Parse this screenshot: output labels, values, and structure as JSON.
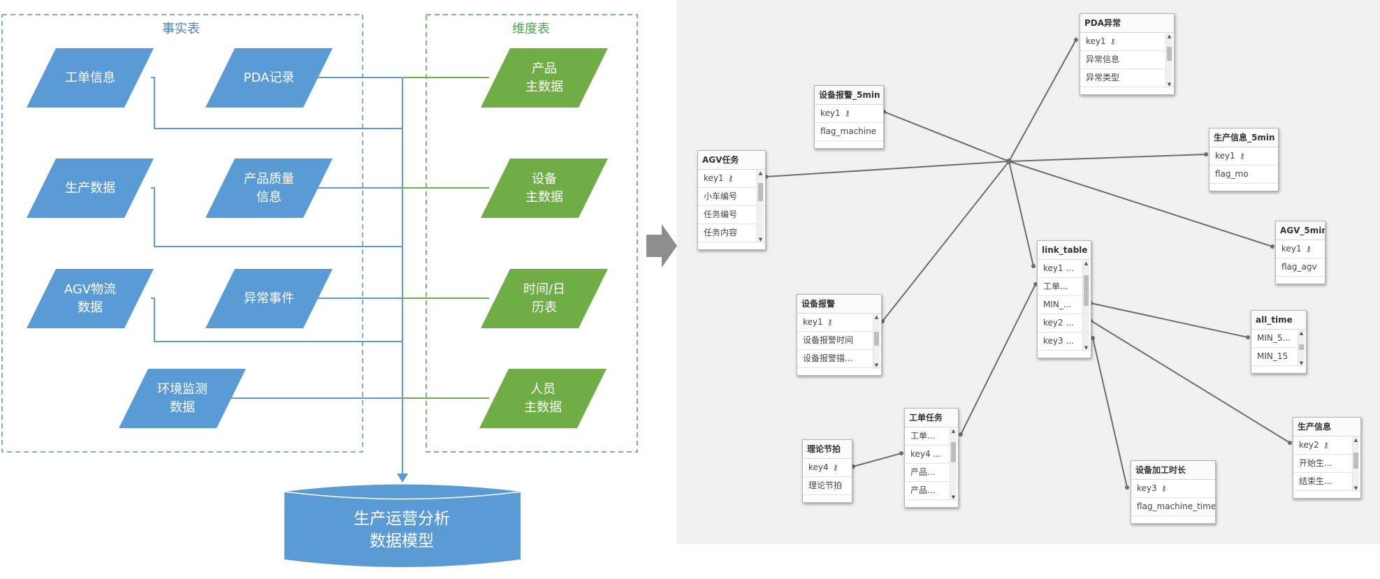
{
  "fact_group": {
    "title": "事实表"
  },
  "dim_group": {
    "title": "维度表"
  },
  "fact_tables": [
    {
      "label": "工单信息"
    },
    {
      "label": "PDA记录"
    },
    {
      "label": "生产数据"
    },
    {
      "label": "产品质量\n信息"
    },
    {
      "label": "AGV物流\n数据"
    },
    {
      "label": "异常事件"
    },
    {
      "label": "环境监测\n数据"
    }
  ],
  "dim_tables": [
    {
      "label": "产品\n主数据"
    },
    {
      "label": "设备\n主数据"
    },
    {
      "label": "时间/日\n历表"
    },
    {
      "label": "人员\n主数据"
    }
  ],
  "target_model": {
    "label": "生产运营分析\n数据模型"
  },
  "model_tables": {
    "pda": {
      "title": "PDA异常",
      "rows": [
        "key1",
        "异常信息",
        "异常类型"
      ]
    },
    "alarm5": {
      "title": "设备报警_5min",
      "rows": [
        "key1",
        "flag_machine"
      ]
    },
    "prod5": {
      "title": "生产信息_5min",
      "rows": [
        "key1",
        "flag_mo"
      ]
    },
    "agvtask": {
      "title": "AGV任务",
      "rows": [
        "key1",
        "小车编号",
        "任务编号",
        "任务内容"
      ]
    },
    "agv5": {
      "title": "AGV_5min",
      "rows": [
        "key1",
        "flag_agv"
      ]
    },
    "link": {
      "title": "link_table",
      "rows": [
        "key1 ...",
        "工单...",
        "MIN_...",
        "key2 ...",
        "key3 ..."
      ]
    },
    "alltime": {
      "title": "all_time",
      "rows": [
        "MIN_5...",
        "MIN_15"
      ]
    },
    "alarm": {
      "title": "设备报警",
      "rows": [
        "key1",
        "设备报警时间",
        "设备报警描..."
      ]
    },
    "wo": {
      "title": "工单任务",
      "rows": [
        "工单...",
        "key4 ...",
        "产品...",
        "产品..."
      ]
    },
    "takt": {
      "title": "理论节拍",
      "rows": [
        "key4",
        "理论节拍"
      ]
    },
    "proc": {
      "title": "设备加工时长",
      "rows": [
        "key3",
        "flag_machine_time"
      ]
    },
    "prod": {
      "title": "生产信息",
      "rows": [
        "key2",
        "开始生...",
        "结束生..."
      ]
    }
  },
  "colors": {
    "fact_blue": "#5b9bd5",
    "dim_green": "#70ad47",
    "fact_border": "#5b8fbf",
    "dim_border": "#4fa24f",
    "link_gray": "#6d6d6d"
  },
  "icons": {
    "key": "key-icon",
    "arrow": "right-arrow-icon"
  }
}
